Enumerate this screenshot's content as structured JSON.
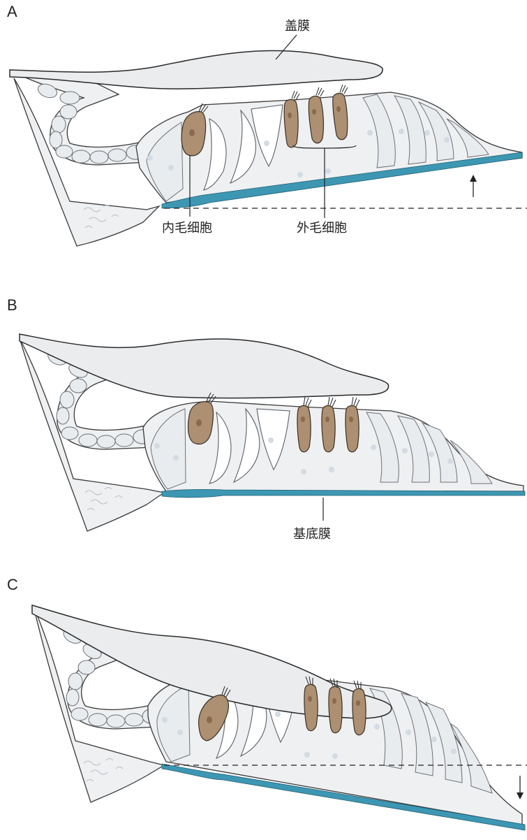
{
  "panels": [
    {
      "letter": "A"
    },
    {
      "letter": "B"
    },
    {
      "letter": "C"
    }
  ],
  "labels": {
    "tectorial_membrane": "盖膜",
    "inner_hair_cell": "内毛细胞",
    "outer_hair_cells": "外毛细胞",
    "basilar_membrane": "基底膜"
  },
  "colors": {
    "hair_cell": "#ad8f71",
    "basilar_membrane": "#3d97b3",
    "tissue": "#eef0f2"
  },
  "icons": {
    "arrow_up": "arrow-up-icon",
    "arrow_down": "arrow-down-icon"
  }
}
